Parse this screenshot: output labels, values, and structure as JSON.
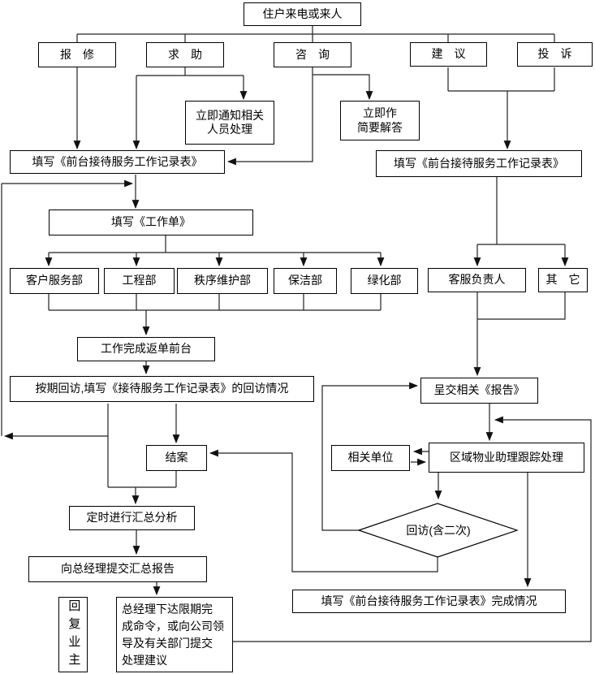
{
  "flowchart": {
    "nodes": {
      "start": {
        "label": "住户来电或来人"
      },
      "repair": {
        "label": "报　修"
      },
      "help": {
        "label": "求　助"
      },
      "consult": {
        "label": "咨　询"
      },
      "suggest": {
        "label": "建　议"
      },
      "complaint": {
        "label": "投　诉"
      },
      "notify": {
        "line1": "立即通知相关",
        "line2": "人员处理"
      },
      "brief_answer": {
        "line1": "立即作",
        "line2": "简要解答"
      },
      "form_left": {
        "label": "填写《前台接待服务工作记录表》"
      },
      "form_right": {
        "label": "填写《前台接待服务工作记录表》"
      },
      "work_order": {
        "label": "填写《工作单》"
      },
      "dept_customer": {
        "label": "客户服务部"
      },
      "dept_engineering": {
        "label": "工程部"
      },
      "dept_order": {
        "label": "秩序维护部"
      },
      "dept_cleaning": {
        "label": "保洁部"
      },
      "dept_greening": {
        "label": "绿化部"
      },
      "service_head": {
        "label": "客服负责人"
      },
      "other": {
        "label": "其　它"
      },
      "work_done": {
        "label": "工作完成返单前台"
      },
      "follow_up_record": {
        "label": "按期回访,填写《接待服务工作记录表》的回访情况"
      },
      "case_closed": {
        "label": "结案"
      },
      "submit_report": {
        "label": "呈交相关《报告》"
      },
      "related_unit": {
        "label": "相关单位"
      },
      "regional_assistant": {
        "label": "区域物业助理跟踪处理"
      },
      "revisit_decision": {
        "label": "回访(含二次)"
      },
      "summary_analysis": {
        "label": "定时进行汇总分析"
      },
      "report_to_gm": {
        "label": "向总经理提交汇总报告"
      },
      "reply_owner": {
        "label": "回复业主"
      },
      "gm_order": {
        "lines": [
          "总经理下达限期完",
          "成命令，或向公司领",
          "导及有关部门提交",
          "处理建议"
        ]
      },
      "completion_status": {
        "label": "填写《前台接待服务工作记录表》完成情况"
      }
    },
    "colors": {
      "line": "#222222",
      "box_border": "#000000",
      "background": "#ffffff",
      "text": "#000000"
    }
  }
}
